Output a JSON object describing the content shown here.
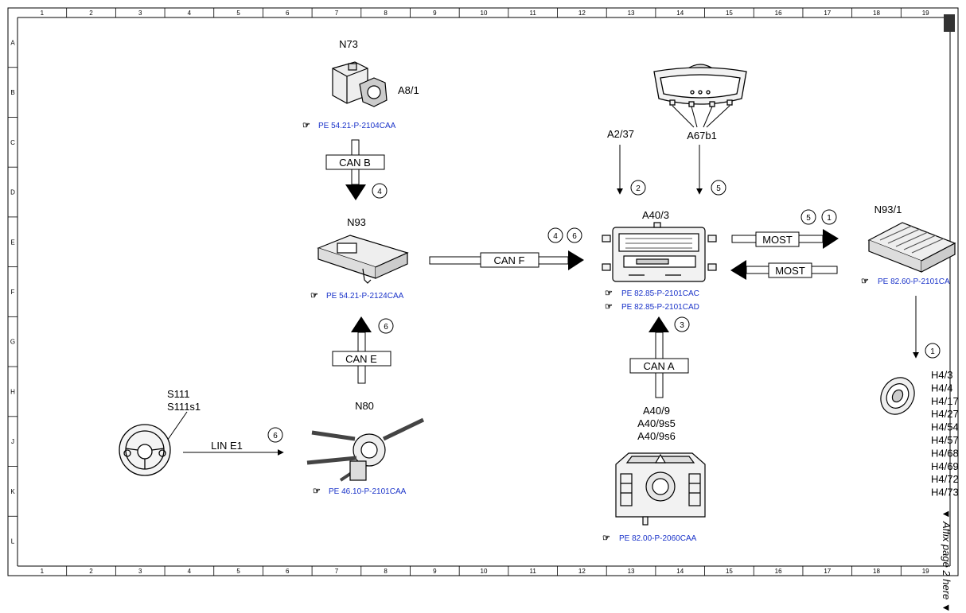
{
  "grid": {
    "cols": [
      "1",
      "2",
      "3",
      "4",
      "5",
      "6",
      "7",
      "8",
      "9",
      "10",
      "11",
      "12",
      "13",
      "14",
      "15",
      "16",
      "17",
      "18",
      "19"
    ],
    "rows": [
      "A",
      "B",
      "C",
      "D",
      "E",
      "F",
      "G",
      "H",
      "J",
      "K",
      "L"
    ]
  },
  "components": {
    "n73": "N73",
    "a8_1": "A8/1",
    "n93": "N93",
    "n80": "N80",
    "s111": "S111",
    "s111s1": "S111s1",
    "a2_37": "A2/37",
    "a67b1": "A67b1",
    "a40_3": "A40/3",
    "n93_1": "N93/1",
    "a40_9": "A40/9",
    "a40_9s5": "A40/9s5",
    "a40_9s6": "A40/9s6",
    "h4": [
      "H4/3",
      "H4/4",
      "H4/17",
      "H4/27",
      "H4/54",
      "H4/57",
      "H4/68",
      "H4/69",
      "H4/72",
      "H4/73"
    ]
  },
  "buses": {
    "can_b": "CAN B",
    "can_e": "CAN E",
    "can_f": "CAN F",
    "can_a": "CAN A",
    "most_out": "MOST",
    "most_in": "MOST",
    "lin_e1": "LIN E1"
  },
  "refs": {
    "n73": "PE 54.21-P-2104CAA",
    "n93": "PE 54.21-P-2124CAA",
    "n80": "PE 46.10-P-2101CAA",
    "a40_3_a": "PE 82.85-P-2101CAC",
    "a40_3_b": "PE 82.85-P-2101CAD",
    "n93_1": "PE 82.60-P-2101CA",
    "a40_9": "PE 82.00-P-2060CAA"
  },
  "steps": {
    "can_b": "4",
    "can_e": "6",
    "lin_e1": "6",
    "can_f_1": "4",
    "can_f_2": "6",
    "a2_37": "2",
    "a67b1": "5",
    "can_a": "3",
    "most_1": "5",
    "most_2": "1",
    "h4": "1"
  },
  "side_note": "▼ Affix page 2 here ▼"
}
